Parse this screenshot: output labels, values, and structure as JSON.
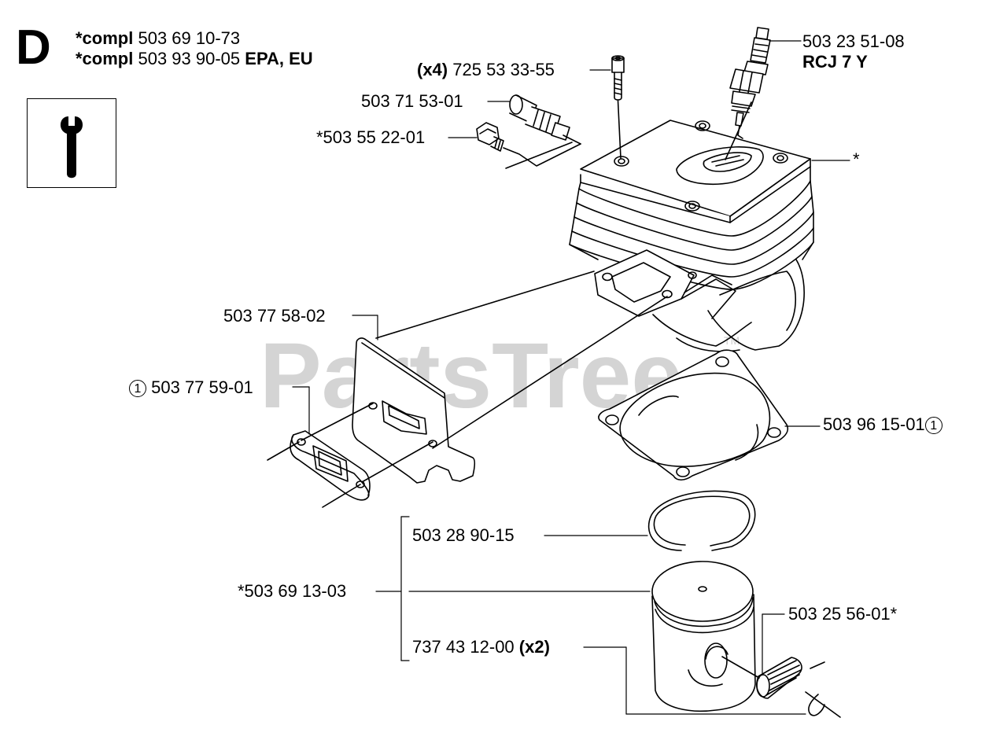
{
  "section": {
    "letter": "D"
  },
  "header": {
    "line1": {
      "prefix": "*compl",
      "part": "503 69 10-73"
    },
    "line2": {
      "prefix": "*compl",
      "part": "503 93 90-05",
      "suffix": "EPA, EU"
    }
  },
  "watermark": {
    "text": "PartsTree",
    "tm": "TM"
  },
  "icons": {
    "tool": "wrench-icon"
  },
  "callouts": {
    "spark_plug": {
      "part": "503 23 51-08",
      "type": "RCJ 7 Y"
    },
    "screw": {
      "qty": "(x4)",
      "part": "725 53 33-55"
    },
    "decomp_valve": {
      "part": "503 71 53-01"
    },
    "plug": {
      "part": "*503 55 22-01"
    },
    "cylinder": {
      "mark": "*"
    },
    "intake_flange": {
      "part": "503 77 58-02"
    },
    "intake_gasket": {
      "ref": "1",
      "part": "503 77 59-01"
    },
    "base_gasket": {
      "part": "503 96 15-01",
      "ref": "1"
    },
    "piston_ring": {
      "part": "503 28 90-15"
    },
    "piston_kit": {
      "part": "*503 69 13-03"
    },
    "needle_bearing": {
      "part": "503 25 56-01*"
    },
    "circlip": {
      "part": "737 43 12-00",
      "qty": "(x2)"
    }
  }
}
